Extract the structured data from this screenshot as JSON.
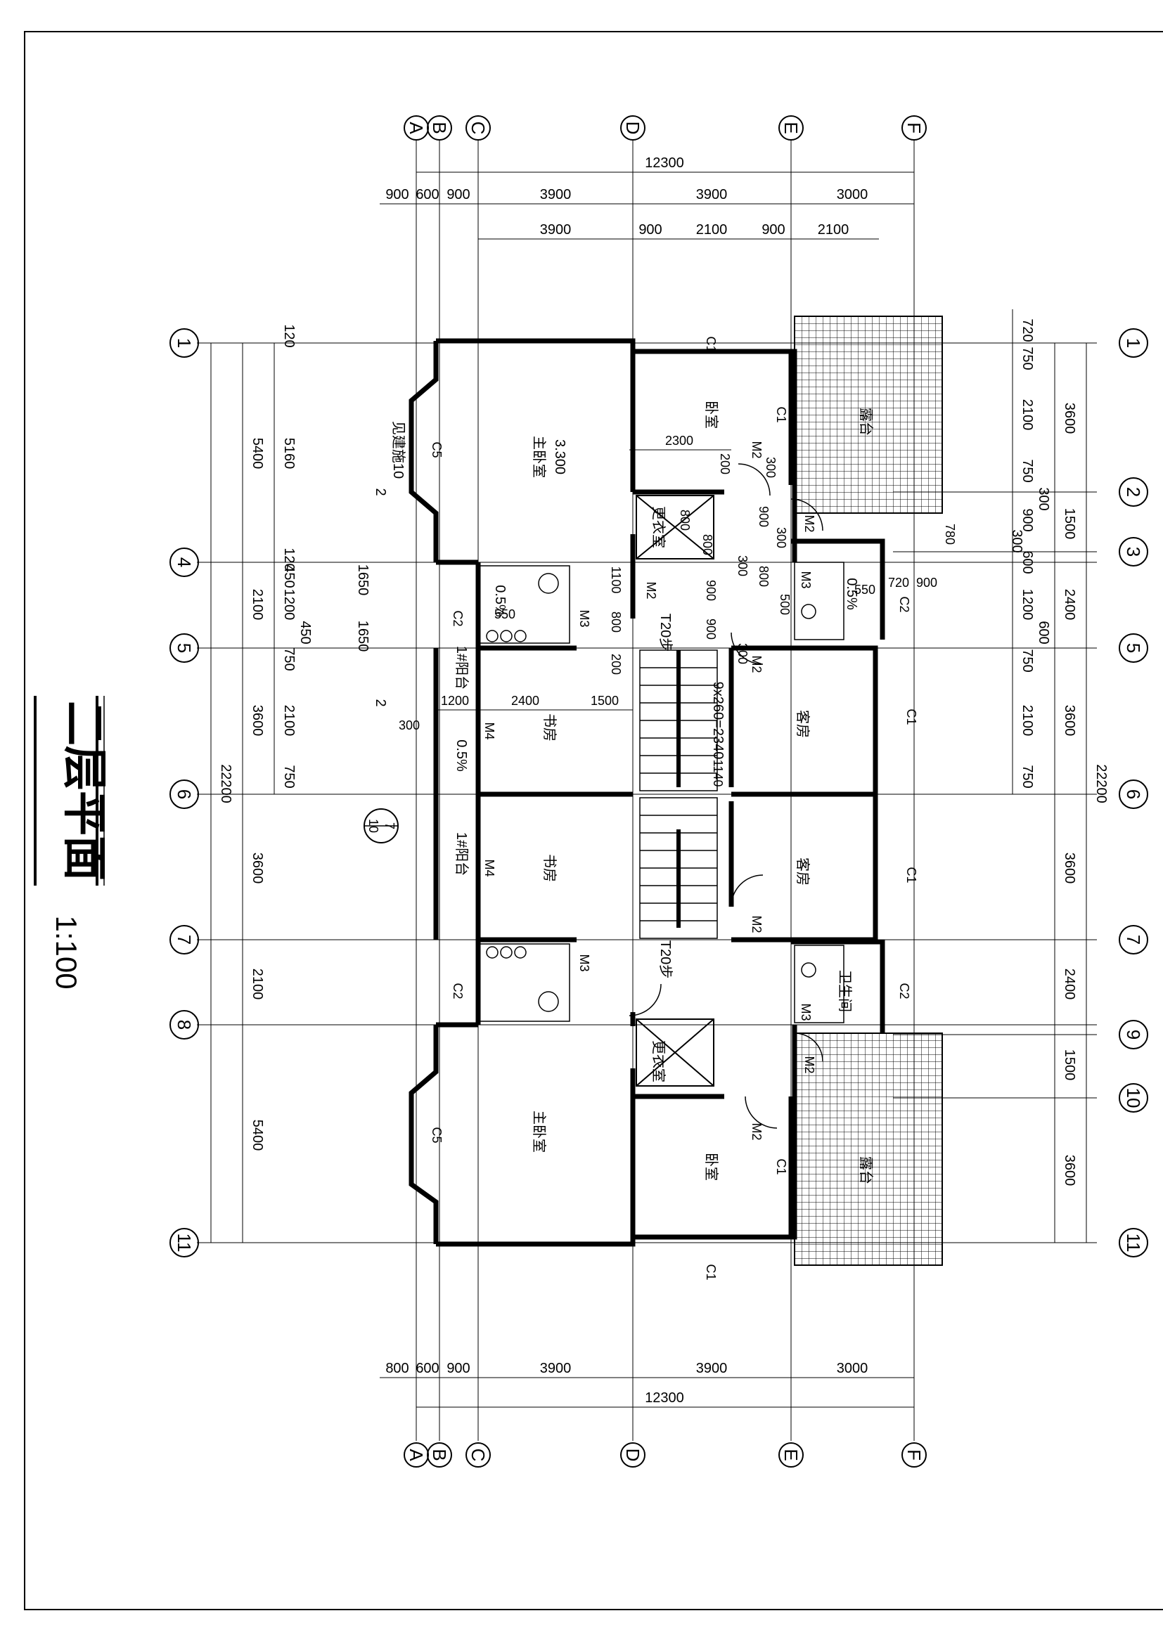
{
  "drawing": {
    "title": "二层平面",
    "scale": "1:100"
  },
  "grid": {
    "col_left_to_right": [
      "A",
      "B",
      "C",
      "D",
      "E",
      "F"
    ],
    "row_top_to_bottom": [
      "1",
      "4",
      "5",
      "6",
      "7",
      "8",
      "11"
    ],
    "row_right_side": [
      "1",
      "2",
      "3",
      "5",
      "6",
      "7",
      "9",
      "10",
      "11"
    ]
  },
  "dims": {
    "total_width": "12300",
    "total_length": "22200",
    "top_row1": [
      "900",
      "600",
      "900",
      "3900",
      "3900",
      "3000"
    ],
    "top_row2": [
      "3900",
      "900",
      "2100",
      "900",
      "2100"
    ],
    "bottom_row1": [
      "800",
      "600",
      "900",
      "3900",
      "3900",
      "3000"
    ],
    "left_outer": [
      "5400",
      "2100",
      "3600",
      "3600",
      "2100",
      "5400"
    ],
    "left_inner": [
      "120",
      "5160",
      "120",
      "450",
      "1200",
      "450",
      "750",
      "2100",
      "750"
    ],
    "left_small": [
      "1650",
      "1650"
    ],
    "right_outer": [
      "3600",
      "1500",
      "2400",
      "3600",
      "3600",
      "2400",
      "1500",
      "3600"
    ],
    "right_inner": [
      "720",
      "750",
      "2100",
      "750",
      "300",
      "900",
      "300",
      "600",
      "1200",
      "600",
      "750",
      "2100",
      "750"
    ],
    "misc": [
      "2300",
      "200",
      "300",
      "800",
      "800",
      "900",
      "300",
      "300",
      "800",
      "500",
      "1100",
      "800",
      "900",
      "900",
      "550",
      "550",
      "200",
      "1200",
      "2400",
      "1500",
      "1140",
      "720",
      "900",
      "780",
      "300",
      "300"
    ]
  },
  "rooms": {
    "master_bedroom": "主卧室",
    "bedroom": "卧室",
    "study": "书房",
    "guest_room": "客房",
    "terrace": "露台",
    "closet": "更衣室",
    "wc": "卫生间",
    "balcony": "1#阳台",
    "elevation": "3.300",
    "stair_note": "T20步",
    "slope": "0.5%",
    "section_mark": "2",
    "detail_note": "见建施10",
    "detail_num": "10",
    "detail_sub": "7",
    "stair_dim": "9x260=2340"
  },
  "labels": {
    "c1": "C1",
    "c2": "C2",
    "c5": "C5",
    "m2": "M2",
    "m3": "M3",
    "m4": "M4"
  }
}
